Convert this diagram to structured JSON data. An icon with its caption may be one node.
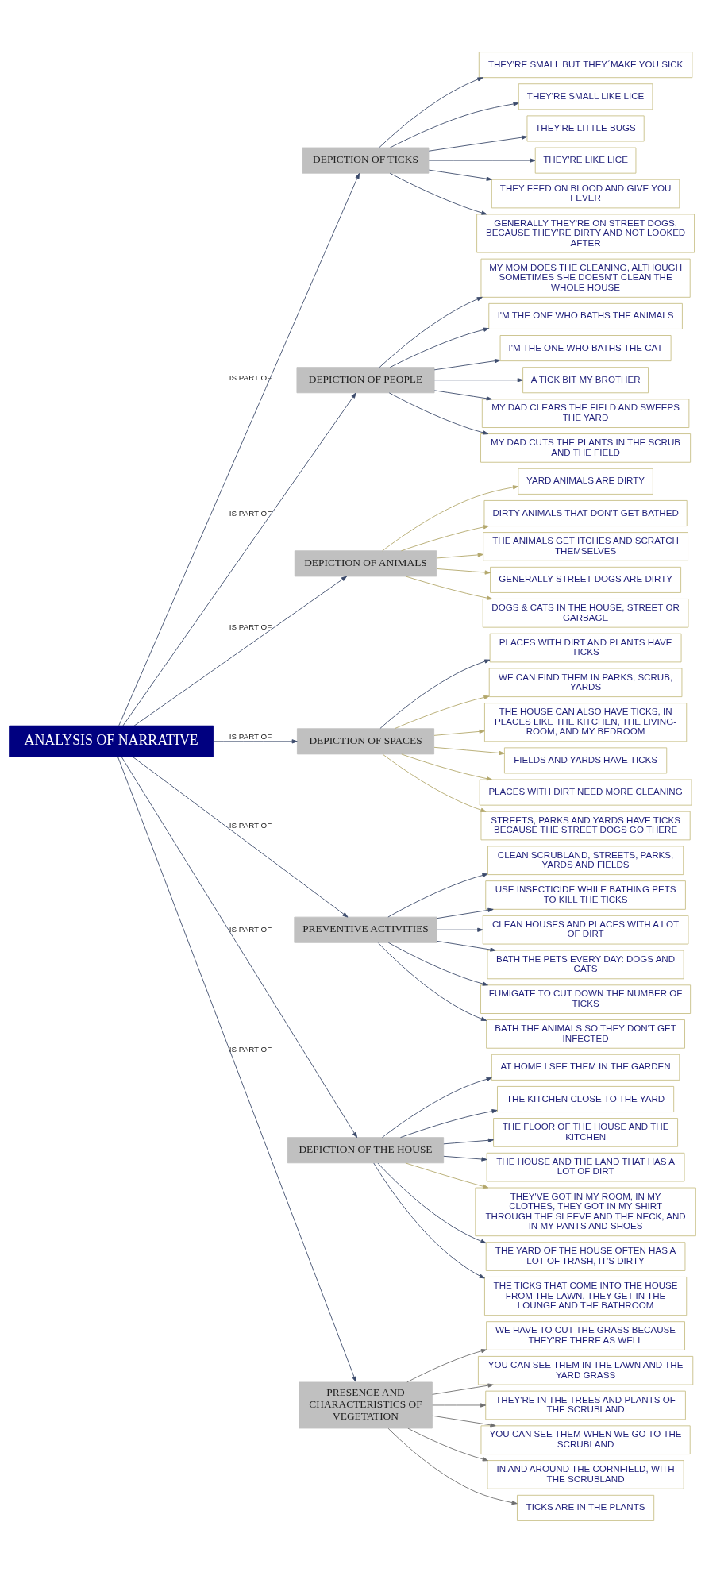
{
  "diagram": {
    "nodes": [
      {
        "text": [
          "ANALYSIS OF NARRATIVE"
        ]
      },
      {
        "text": [
          "DEPICTION OF TICKS"
        ]
      },
      {
        "text": [
          "THEY'RE SMALL BUT THEY´MAKE YOU SICK"
        ]
      },
      {
        "text": [
          "THEY'RE SMALL LIKE LICE"
        ]
      },
      {
        "text": [
          "THEY'RE LITTLE BUGS"
        ]
      },
      {
        "text": [
          "THEY'RE LIKE LICE"
        ]
      },
      {
        "text": [
          "THEY FEED ON BLOOD AND GIVE YOU FEVER"
        ]
      },
      {
        "text": [
          "GENERALLY THEY'RE ON STREET DOGS, BECAUSE THEY'RE DIRTY AND NOT LOOKED AFTER"
        ]
      },
      {
        "text": [
          "DEPICTION OF PEOPLE"
        ]
      },
      {
        "text": [
          "MY MOM DOES THE CLEANING, ALTHOUGH SOMETIMES SHE DOESN'T CLEAN THE WHOLE HOUSE"
        ]
      },
      {
        "text": [
          "I'M THE ONE WHO BATHS THE ANIMALS"
        ]
      },
      {
        "text": [
          "I'M THE ONE WHO BATHS THE CAT"
        ]
      },
      {
        "text": [
          "A TICK BIT MY BROTHER"
        ]
      },
      {
        "text": [
          "MY DAD CLEARS THE FIELD AND SWEEPS THE YARD"
        ]
      },
      {
        "text": [
          "MY DAD CUTS THE PLANTS IN THE SCRUB AND THE FIELD"
        ]
      },
      {
        "text": [
          "DEPICTION OF ANIMALS"
        ]
      },
      {
        "text": [
          "YARD ANIMALS ARE DIRTY"
        ]
      },
      {
        "text": [
          "DIRTY ANIMALS THAT DON'T GET BATHED"
        ]
      },
      {
        "text": [
          "THE ANIMALS GET ITCHES AND SCRATCH THEMSELVES"
        ]
      },
      {
        "text": [
          "GENERALLY STREET DOGS ARE DIRTY"
        ]
      },
      {
        "text": [
          "DOGS & CATS IN THE HOUSE, STREET OR GARBAGE"
        ]
      },
      {
        "text": [
          "DEPICTION OF SPACES"
        ]
      },
      {
        "text": [
          "PLACES WITH DIRT AND PLANTS HAVE TICKS"
        ]
      },
      {
        "text": [
          "WE CAN FIND THEM IN PARKS, SCRUB, YARDS"
        ]
      },
      {
        "text": [
          "THE HOUSE CAN ALSO HAVE TICKS, IN PLACES LIKE THE KITCHEN, THE LIVING-ROOM, AND MY BEDROOM"
        ]
      },
      {
        "text": [
          "FIELDS AND YARDS HAVE TICKS"
        ]
      },
      {
        "text": [
          "PLACES WITH DIRT NEED MORE CLEANING"
        ]
      },
      {
        "text": [
          "STREETS, PARKS AND YARDS HAVE TICKS BECAUSE THE STREET DOGS GO THERE"
        ]
      },
      {
        "text": [
          "PREVENTIVE ACTIVITIES"
        ]
      },
      {
        "text": [
          "CLEAN SCRUBLAND, STREETS, PARKS, YARDS AND FIELDS"
        ]
      },
      {
        "text": [
          "USE INSECTICIDE WHILE BATHING PETS TO KILL THE TICKS"
        ]
      },
      {
        "text": [
          "CLEAN HOUSES AND PLACES WITH A LOT OF DIRT"
        ]
      },
      {
        "text": [
          "BATH THE PETS EVERY DAY: DOGS AND CATS"
        ]
      },
      {
        "text": [
          "FUMIGATE TO CUT DOWN THE NUMBER OF TICKS"
        ]
      },
      {
        "text": [
          "BATH THE ANIMALS SO THEY DON'T GET INFECTED"
        ]
      },
      {
        "text": [
          "DEPICTION OF THE HOUSE"
        ]
      },
      {
        "text": [
          "AT HOME I SEE THEM IN THE GARDEN"
        ]
      },
      {
        "text": [
          "THE KITCHEN CLOSE TO THE YARD"
        ]
      },
      {
        "text": [
          "THE FLOOR OF THE HOUSE AND THE KITCHEN"
        ]
      },
      {
        "text": [
          "THE HOUSE AND THE LAND THAT HAS A LOT OF DIRT"
        ]
      },
      {
        "text": [
          "THEY'VE GOT IN MY ROOM, IN MY CLOTHES, THEY GOT IN MY SHIRT THROUGH THE SLEEVE AND THE NECK, AND IN MY PANTS AND SHOES"
        ]
      },
      {
        "text": [
          "THE YARD OF THE HOUSE OFTEN HAS A LOT OF TRASH, IT'S DIRTY"
        ]
      },
      {
        "text": [
          "THE TICKS THAT COME INTO THE HOUSE FROM THE LAWN, THEY GET IN THE LOUNGE AND THE BATHROOM"
        ]
      },
      {
        "text": [
          "PRESENCE AND CHARACTERISTICS OF VEGETATION"
        ]
      },
      {
        "text": [
          "WE HAVE TO CUT THE GRASS BECAUSE THEY'RE THERE AS WELL"
        ]
      },
      {
        "text": [
          "YOU CAN SEE THEM IN THE LAWN AND THE YARD GRASS"
        ]
      },
      {
        "text": [
          "THEY'RE IN THE TREES AND PLANTS OF THE SCRUBLAND"
        ]
      },
      {
        "text": [
          "YOU CAN SEE THEM WHEN WE GO TO THE SCRUBLAND"
        ]
      },
      {
        "text": [
          "IN AND AROUND THE CORNFIELD, WITH THE SCRUBLAND"
        ]
      },
      {
        "text": [
          "TICKS ARE IN THE PLANTS"
        ]
      }
    ],
    "edges": [
      {
        "from": 0,
        "to": 1,
        "arrow": "to",
        "label": "IS PART OF"
      },
      {
        "from": 1,
        "to": 2,
        "arrow": "to"
      },
      {
        "from": 1,
        "to": 3,
        "arrow": "to"
      },
      {
        "from": 1,
        "to": 4,
        "arrow": "to"
      },
      {
        "from": 1,
        "to": 5,
        "arrow": "to"
      },
      {
        "from": 1,
        "to": 6,
        "arrow": "to"
      },
      {
        "from": 1,
        "to": 7,
        "arrow": "to"
      },
      {
        "from": 0,
        "to": 8,
        "arrow": "to",
        "label": "IS PART OF"
      },
      {
        "from": 8,
        "to": 9,
        "arrow": "to"
      },
      {
        "from": 8,
        "to": 10,
        "arrow": "to"
      },
      {
        "from": 8,
        "to": 11,
        "arrow": "to"
      },
      {
        "from": 8,
        "to": 12,
        "arrow": "to"
      },
      {
        "from": 8,
        "to": 13,
        "arrow": "to"
      },
      {
        "from": 8,
        "to": 14,
        "arrow": "to"
      },
      {
        "from": 0,
        "to": 15,
        "arrow": "to",
        "label": "IS PART OF"
      },
      {
        "from": 15,
        "to": 16,
        "arrow": "to",
        "color": "#b3a76b"
      },
      {
        "from": 15,
        "to": 17,
        "arrow": "to",
        "color": "#b3a76b"
      },
      {
        "from": 15,
        "to": 18,
        "arrow": "to",
        "color": "#b3a76b"
      },
      {
        "from": 15,
        "to": 19,
        "arrow": "to",
        "color": "#b3a76b"
      },
      {
        "from": 15,
        "to": 20,
        "arrow": "to",
        "color": "#b3a76b"
      },
      {
        "from": 0,
        "to": 21,
        "arrow": "to",
        "label": "IS PART OF"
      },
      {
        "from": 21,
        "to": 22,
        "arrow": "to"
      },
      {
        "from": 21,
        "to": 23,
        "arrow": "to",
        "color": "#b3a76b"
      },
      {
        "from": 21,
        "to": 24,
        "arrow": "to",
        "color": "#b3a76b"
      },
      {
        "from": 21,
        "to": 25,
        "arrow": "to",
        "color": "#b3a76b"
      },
      {
        "from": 21,
        "to": 26,
        "arrow": "to",
        "color": "#b3a76b"
      },
      {
        "from": 21,
        "to": 27,
        "arrow": "to",
        "color": "#b3a76b"
      },
      {
        "from": 0,
        "to": 28,
        "arrow": "to",
        "label": "IS PART OF"
      },
      {
        "from": 28,
        "to": 29,
        "arrow": "to"
      },
      {
        "from": 28,
        "to": 30,
        "arrow": "to"
      },
      {
        "from": 28,
        "to": 31,
        "arrow": "to"
      },
      {
        "from": 28,
        "to": 32,
        "arrow": "to"
      },
      {
        "from": 28,
        "to": 33,
        "arrow": "to"
      },
      {
        "from": 28,
        "to": 34,
        "arrow": "to"
      },
      {
        "from": 0,
        "to": 35,
        "arrow": "to",
        "label": "IS PART OF"
      },
      {
        "from": 35,
        "to": 36,
        "arrow": "to"
      },
      {
        "from": 35,
        "to": 37,
        "arrow": "to"
      },
      {
        "from": 35,
        "to": 38,
        "arrow": "to"
      },
      {
        "from": 35,
        "to": 39,
        "arrow": "to"
      },
      {
        "from": 35,
        "to": 40,
        "arrow": "to",
        "color": "#b3a76b"
      },
      {
        "from": 35,
        "to": 41,
        "arrow": "to"
      },
      {
        "from": 35,
        "to": 42,
        "arrow": "to"
      },
      {
        "from": 0,
        "to": 43,
        "arrow": "to",
        "label": "IS PART OF"
      },
      {
        "from": 43,
        "to": 44,
        "arrow": "to",
        "color": "#6e6e6e"
      },
      {
        "from": 43,
        "to": 45,
        "arrow": "to",
        "color": "#6e6e6e"
      },
      {
        "from": 43,
        "to": 46,
        "arrow": "to",
        "color": "#6e6e6e"
      },
      {
        "from": 43,
        "to": 47,
        "arrow": "to",
        "color": "#6e6e6e"
      },
      {
        "from": 43,
        "to": 48,
        "arrow": "to",
        "color": "#6e6e6e"
      },
      {
        "from": 43,
        "to": 49,
        "arrow": "to",
        "color": "#6e6e6e"
      }
    ]
  }
}
